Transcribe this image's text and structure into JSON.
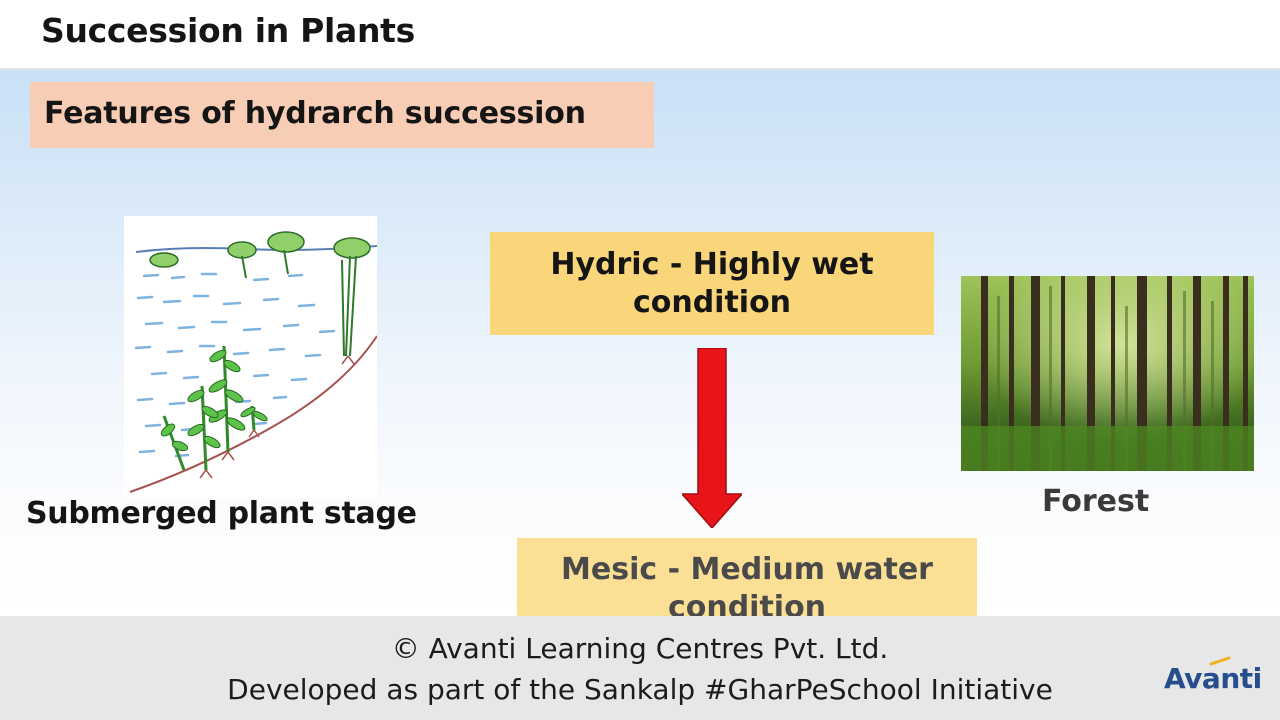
{
  "header": {
    "title": "Succession in Plants"
  },
  "slide": {
    "subtitle": "Features of hydrarch succession",
    "left_caption": "Submerged plant stage",
    "hydric_label": "Hydric - Highly wet condition",
    "mesic_label": "Mesic - Medium water condition",
    "right_caption": "Forest",
    "arrow_color": "#e8141a"
  },
  "footer": {
    "copyright": "© Avanti Learning Centres Pvt. Ltd.",
    "initiative": "Developed as part of the Sankalp #GharPeSchool Initiative",
    "logo_text": "Avanti"
  },
  "colors": {
    "subtitle_bg": "#f8cdb5",
    "hydric_bg": "#fad67a",
    "mesic_bg": "#fbdf94",
    "footer_bg": "#e7e7e7",
    "logo": "#264e8c"
  }
}
